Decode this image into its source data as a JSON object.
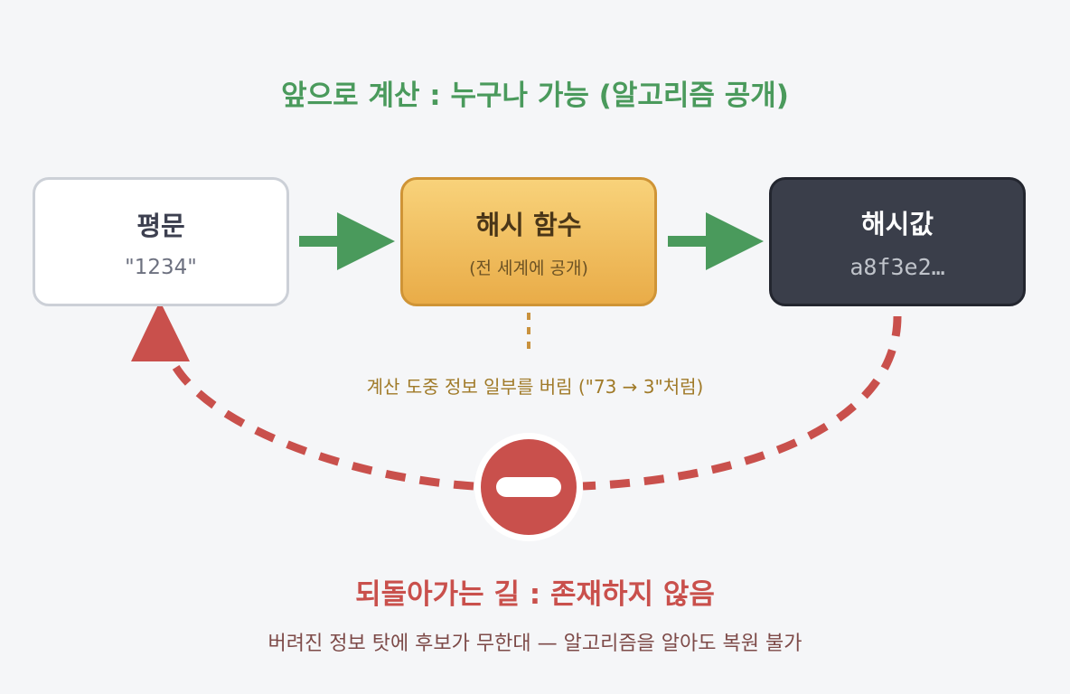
{
  "forward_title": "앞으로 계산 : 누구나 가능 (알고리즘 공개)",
  "boxes": {
    "plaintext": {
      "title": "평문",
      "value": "\"1234\""
    },
    "hash_function": {
      "title": "해시 함수",
      "subtitle": "(전 세계에 공개)"
    },
    "hash_value": {
      "title": "해시값",
      "value": "a8f3e2…"
    }
  },
  "discard_note": "계산 도중 정보 일부를 버림 (\"73 → 3\"처럼)",
  "backward_title": "되돌아가는 길 : 존재하지 않음",
  "backward_subtitle": "버려진 정보 탓에 후보가 무한대 — 알고리즘을 알아도 복원 불가",
  "colors": {
    "forward_green": "#4a9a5c",
    "backward_red": "#c9504c",
    "hash_gold": "#e9ac48",
    "digest_dark": "#3a3e4a"
  },
  "icons": {
    "forward_arrow": "arrow-right-icon",
    "backward_arrow": "arrow-up-icon",
    "blocked": "no-entry-icon"
  }
}
